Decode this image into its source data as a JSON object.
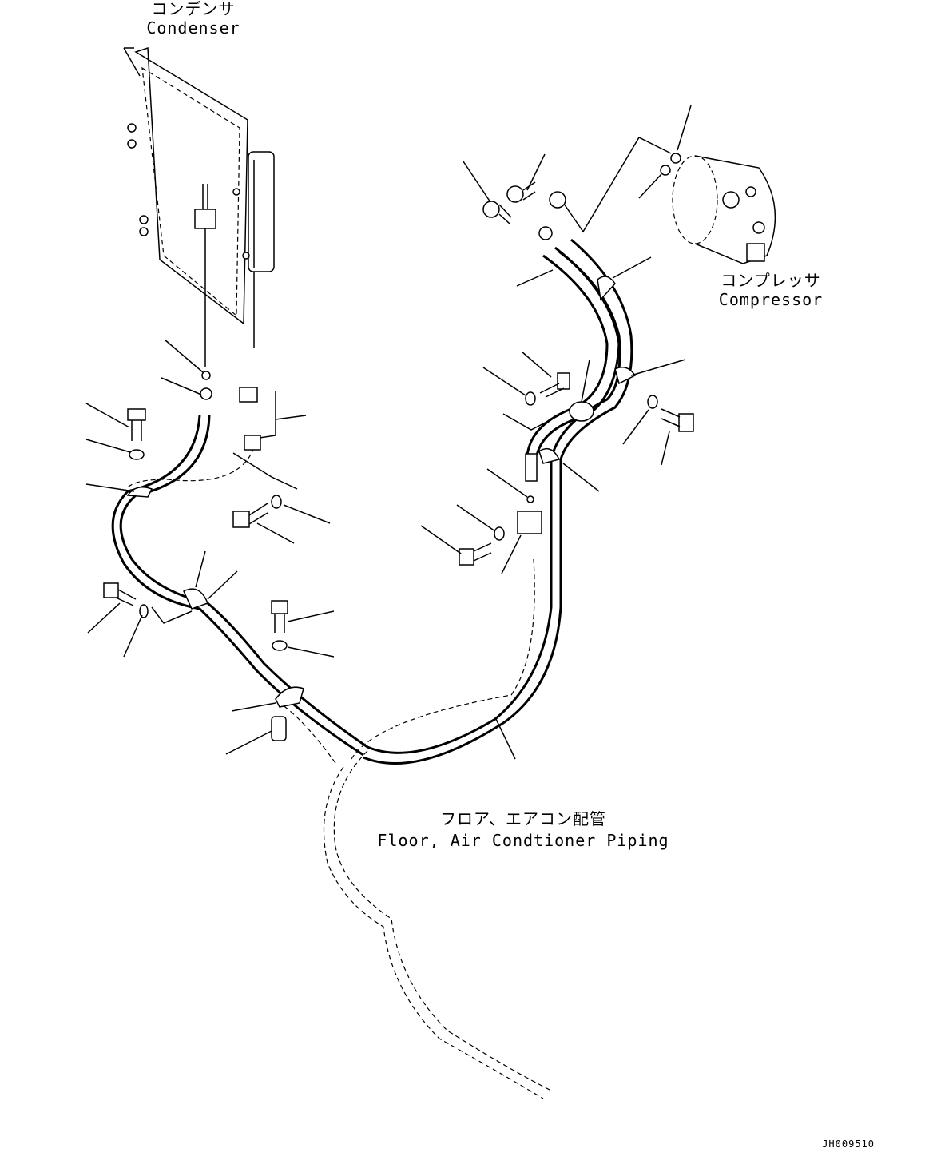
{
  "labels": {
    "condenser_jp": "コンデンサ",
    "condenser_en": "Condenser",
    "compressor_jp": "コンプレッサ",
    "compressor_en": "Compressor",
    "piping_jp": "フロア、エアコン配管",
    "piping_en": "Floor, Air Condtioner Piping",
    "drawing_id": "JH009510"
  }
}
